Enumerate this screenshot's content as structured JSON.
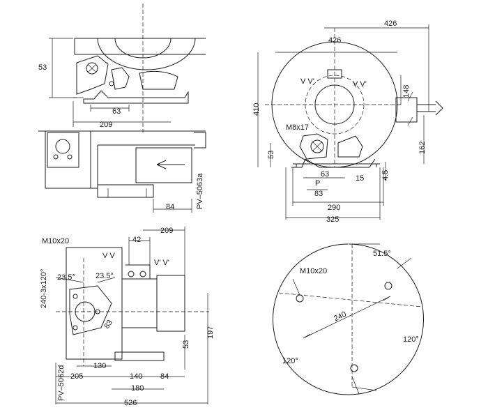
{
  "top_left_view": {
    "dims": {
      "height": "53",
      "bolt": "63",
      "width": "209"
    }
  },
  "side_view": {
    "dims": {
      "offset": "84"
    },
    "model": "PV–5063a"
  },
  "top_right_view": {
    "dims": {
      "width_outer": "426",
      "width_inner": "426",
      "height": "410",
      "port_offset": "148",
      "outlet_height": "162",
      "foot_left": "53",
      "foot_thickness": "4.5",
      "bolt_spacing": "63",
      "P": "P",
      "center_offset": "83",
      "gap": "15",
      "foot_span": "290",
      "base_width": "325"
    },
    "bolt_label": "M8x17",
    "sections": [
      "V V'",
      "V V'"
    ]
  },
  "bottom_left_view": {
    "bolt_label": "M10x20",
    "hole_pattern": "240-3x120°",
    "angles": [
      "23.5°",
      "23.5°"
    ],
    "dims": {
      "port_gap": "42",
      "top_width": "209",
      "diag": "83",
      "height_197": "197",
      "height_53": "53",
      "d130": "130",
      "d205": "205",
      "d140": "140",
      "d84": "84",
      "d180": "180",
      "d526": "526"
    },
    "sections": [
      "V V",
      "V' V'"
    ],
    "model": "PV–5062d"
  },
  "bottom_right_view": {
    "bolt_label": "M10x20",
    "pcd": "240",
    "angles": {
      "top": "51.5°",
      "right": "120°",
      "left": "120°"
    }
  }
}
